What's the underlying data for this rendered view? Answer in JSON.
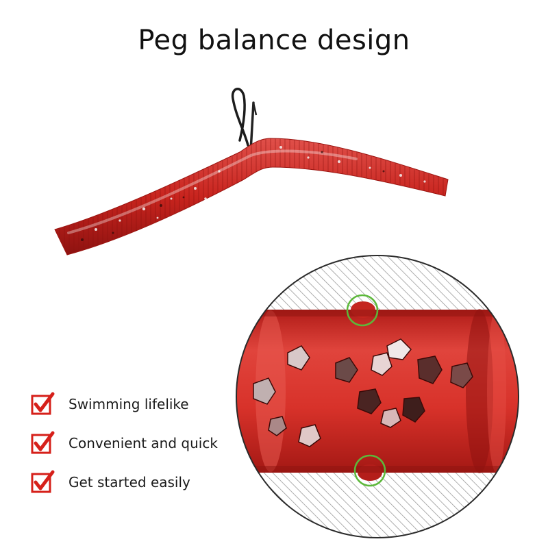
{
  "title": "Peg balance design",
  "features": [
    {
      "label": "Swimming lifelike",
      "icon": "checkmark-icon"
    },
    {
      "label": "Convenient and quick",
      "icon": "checkmark-icon"
    },
    {
      "label": "Get started easily",
      "icon": "checkmark-icon"
    }
  ],
  "colors": {
    "lure_red": "#c8241e",
    "check_red": "#d6201a",
    "highlight_circle": "#5cb83a",
    "hatch": "#9a9a9a"
  }
}
